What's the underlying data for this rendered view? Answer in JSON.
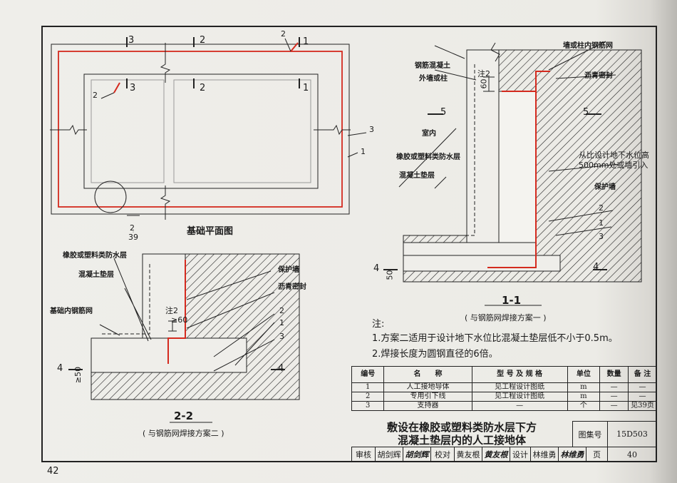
{
  "drawing": {
    "plan_title": "基础平面图",
    "plan_ref_top": "2",
    "plan_ref_bottom": "39",
    "section_1_title": "1-1",
    "section_1_caption": "( 与钢筋网焊接方案一 )",
    "section_2_title": "2-2",
    "section_2_caption": "( 与钢筋网焊接方案二 )",
    "section_marks": [
      "3",
      "2",
      "1"
    ],
    "leader_numbers": [
      "1",
      "2",
      "3"
    ],
    "section_cut_labels": [
      "5",
      "4"
    ],
    "labels_1": {
      "rebar_concrete": "钢筋混凝土",
      "outer_wall": "外墙或柱",
      "rebar_net": "墙或柱内钢筋网",
      "asphalt_seal": "沥青密封",
      "indoor": "室内",
      "waterproof": "橡胶或塑料类防水层",
      "concrete_cushion": "混凝土垫层",
      "lead_out_1": "从比设计地下水位高",
      "lead_out_2": "500mm处或墙引入",
      "protective_wall": "保护墙",
      "note_num": "注2",
      "dim_60": "60",
      "dim_50": "50"
    },
    "labels_2": {
      "waterproof": "橡胶或塑料类防水层",
      "concrete_cushion": "混凝土垫层",
      "base_net": "基础内钢筋网",
      "protective_wall": "保护墙",
      "asphalt_seal": "沥青密封",
      "note_num": "注2",
      "dim_60": "≥60",
      "dim_50": "≥50"
    }
  },
  "notes": {
    "heading": "注:",
    "items": [
      "1.方案二适用于设计地下水位比混凝土垫层低不小于0.5m。",
      "2.焊接长度为圆钢直径的6倍。"
    ]
  },
  "table": {
    "headers": [
      "编号",
      "名　　称",
      "型 号 及 规 格",
      "单位",
      "数量",
      "备 注"
    ],
    "rows": [
      [
        "1",
        "人工接地导体",
        "见工程设计图纸",
        "m",
        "—",
        "—"
      ],
      [
        "2",
        "专用引下线",
        "见工程设计图纸",
        "m",
        "—",
        "—"
      ],
      [
        "3",
        "支持器",
        "—",
        "个",
        "—",
        "见39页"
      ]
    ]
  },
  "title_block": {
    "title_line1": "敷设在橡胶或塑料类防水层下方",
    "title_line2": "混凝土垫层内的人工接地体",
    "atlas_label": "图集号",
    "atlas_no": "15D503",
    "page_label": "页",
    "page_no": "40",
    "sign_row": [
      "审核",
      "胡剑辉",
      "胡剑辉",
      "校对",
      "黄友根",
      "黄友根",
      "设计",
      "林维勇",
      "林维勇"
    ]
  },
  "page_number": "42",
  "colors": {
    "line": "#1a1a1a",
    "conductor": "#d42a1e",
    "paper": "#efeeea"
  }
}
